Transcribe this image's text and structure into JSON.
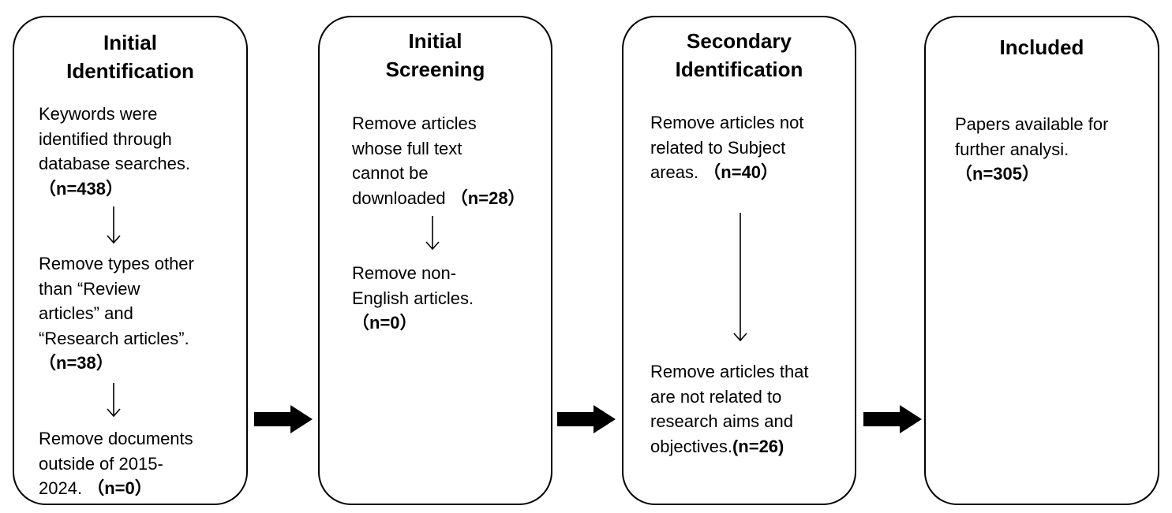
{
  "stages": [
    {
      "title": [
        "Initial",
        "Identification"
      ],
      "steps": [
        {
          "lines": [
            "Keywords were",
            "identified through",
            "database searches."
          ],
          "count": "（n=438）"
        },
        {
          "lines": [
            "Remove types other",
            "than “Review",
            "articles” and",
            "“Research articles”."
          ],
          "count": "（n=38）"
        },
        {
          "lines": [
            "Remove documents",
            "outside of 2015-"
          ],
          "last_line": "2024.",
          "count": "（n=0）"
        }
      ]
    },
    {
      "title": [
        "Initial",
        "Screening"
      ],
      "steps": [
        {
          "lines": [
            "Remove articles",
            "whose full text",
            "cannot be"
          ],
          "last_line": "downloaded",
          "count": "（n=28）"
        },
        {
          "lines": [
            "Remove non-",
            "English articles."
          ],
          "count": "（n=0）"
        }
      ]
    },
    {
      "title": [
        "Secondary",
        "Identification"
      ],
      "steps": [
        {
          "lines": [
            "Remove articles not",
            "related to Subject"
          ],
          "last_line": "areas.",
          "count": "（n=40）"
        },
        {
          "lines": [
            "Remove articles that",
            "are not related to",
            "research aims and"
          ],
          "last_line": "objectives.",
          "count": "(n=26)"
        }
      ]
    },
    {
      "title": [
        "Included"
      ],
      "steps": [
        {
          "lines": [
            "Papers available for",
            "further analysi."
          ],
          "count": "（n=305）"
        }
      ]
    }
  ]
}
